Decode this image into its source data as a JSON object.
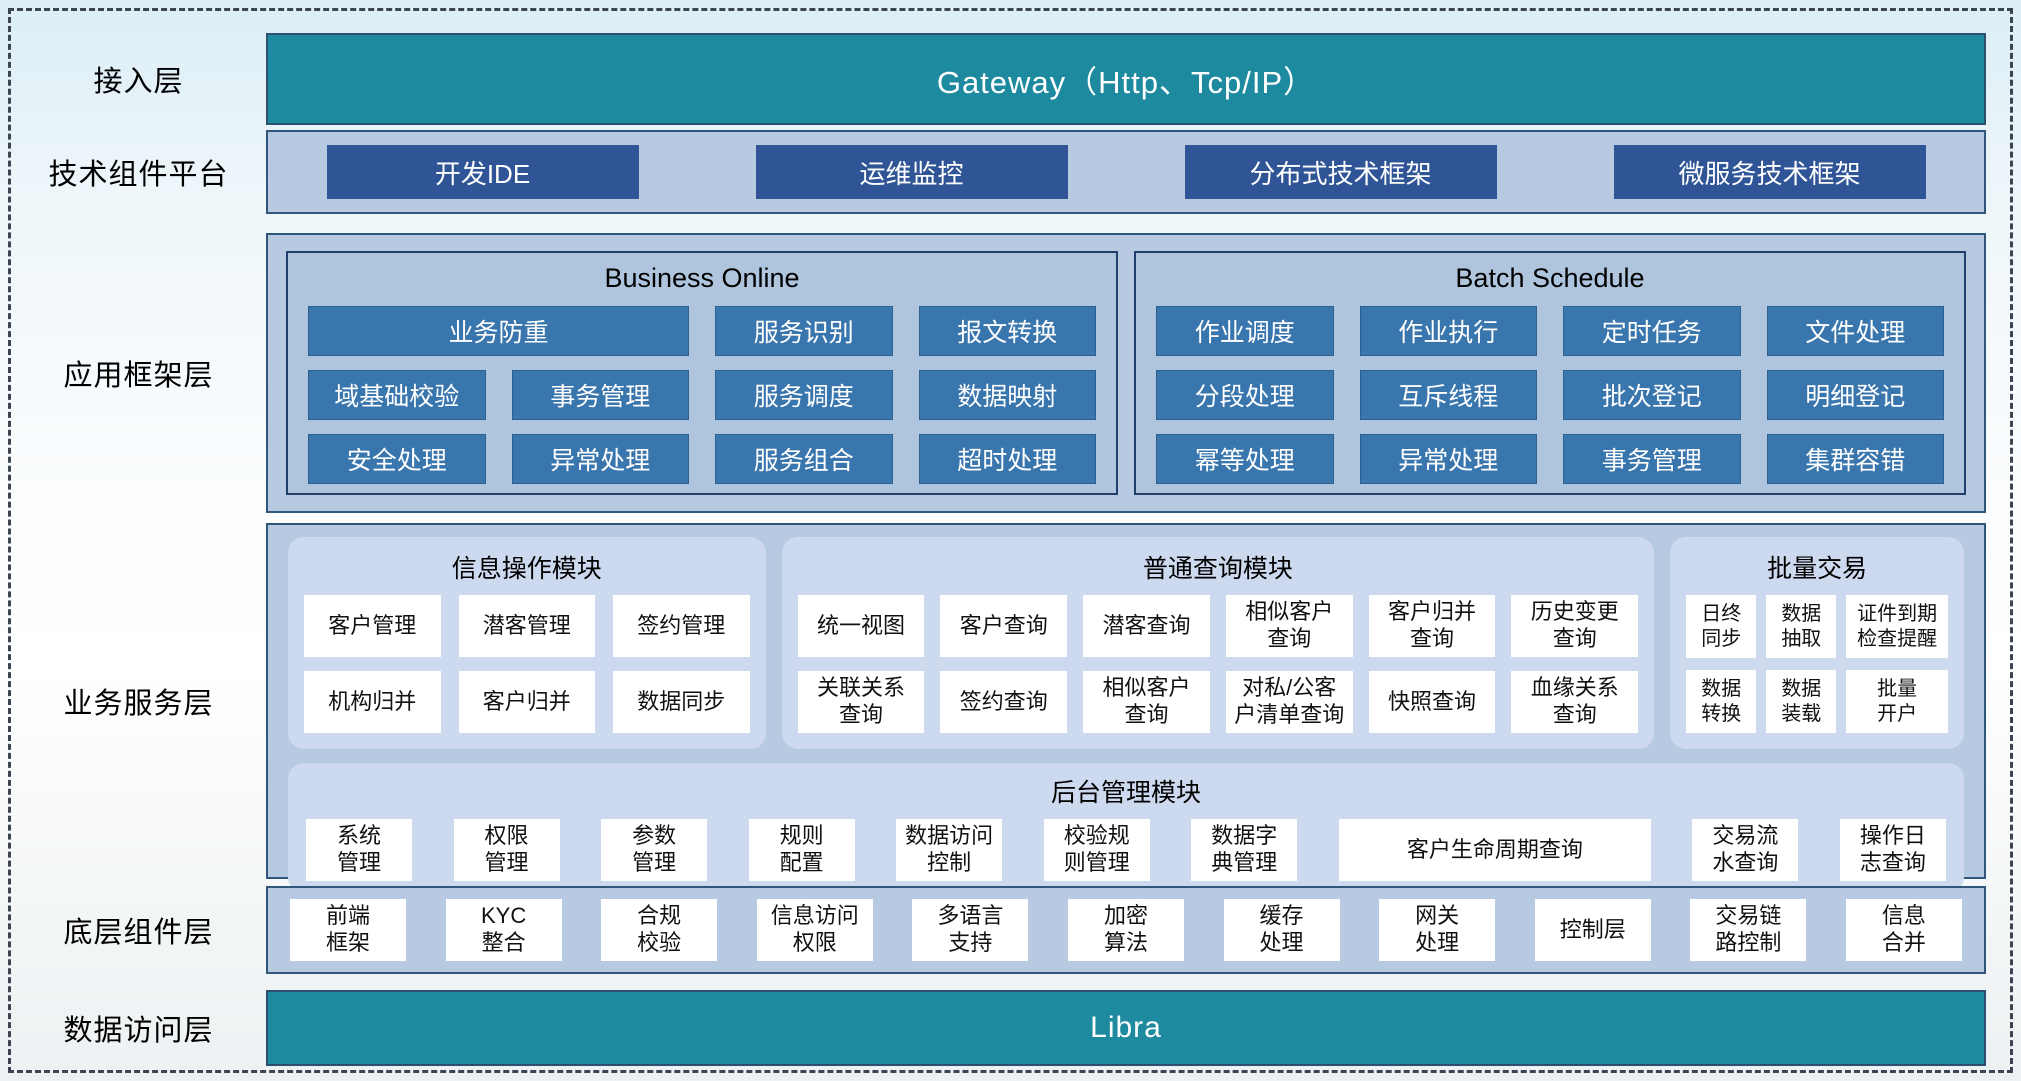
{
  "palette": {
    "teal_bar": "#1d8aa0",
    "navy_button": "#2f5597",
    "steel_button": "#3a76ae",
    "layer_fill": "#b7cae1",
    "module_fill": "#cdd9ee",
    "group_fill": "#afc5de",
    "border_navy": "#31567c",
    "white_button": "#ffffff"
  },
  "layers": {
    "access": {
      "label": "接入层",
      "gateway_text": "Gateway（Http、Tcp/IP）"
    },
    "tech_platform": {
      "label": "技术组件平台",
      "buttons": [
        "开发IDE",
        "运维监控",
        "分布式技术框架",
        "微服务技术框架"
      ]
    },
    "app_framework": {
      "label": "应用框架层",
      "groups": {
        "business_online": {
          "title": "Business Online",
          "items": [
            {
              "t": "业务防重",
              "c": "span2"
            },
            "服务识别",
            "报文转换",
            "域基础校验",
            "事务管理",
            "服务调度",
            "数据映射",
            "安全处理",
            "异常处理",
            "服务组合",
            "超时处理"
          ]
        },
        "batch_schedule": {
          "title": "Batch Schedule",
          "items": [
            "作业调度",
            "作业执行",
            "定时任务",
            "文件处理",
            "分段处理",
            "互斥线程",
            "批次登记",
            "明细登记",
            "幂等处理",
            "异常处理",
            "事务管理",
            "集群容错"
          ]
        }
      }
    },
    "business_service": {
      "label": "业务服务层",
      "modules": {
        "info_ops": {
          "title": "信息操作模块",
          "items": [
            "客户管理",
            "潜客管理",
            "签约管理",
            "机构归并",
            "客户归并",
            "数据同步"
          ]
        },
        "common_query": {
          "title": "普通查询模块",
          "items": [
            "统一视图",
            "客户查询",
            "潜客查询",
            "相似客户\n查询",
            "客户归并\n查询",
            "历史变更\n查询",
            "关联关系\n查询",
            "签约查询",
            "相似客户\n查询",
            "对私/公客\n户清单查询",
            "快照查询",
            "血缘关系\n查询"
          ]
        },
        "batch_trade": {
          "title": "批量交易",
          "items": [
            "日终\n同步",
            "数据\n抽取",
            "证件到期\n检查提醒",
            "数据\n转换",
            "数据\n装载",
            "批量\n开户"
          ]
        },
        "admin": {
          "title": "后台管理模块",
          "items": [
            "系统\n管理",
            "权限\n管理",
            "参数\n管理",
            "规则\n配置",
            "数据访问\n控制",
            "校验规\n则管理",
            "数据字\n典管理",
            {
              "t": "客户生命周期查询",
              "c": "wide"
            },
            "交易流\n水查询",
            "操作日\n志查询"
          ]
        }
      }
    },
    "base_components": {
      "label": "底层组件层",
      "items": [
        "前端\n框架",
        "KYC\n整合",
        "合规\n校验",
        "信息访问\n权限",
        "多语言\n支持",
        "加密\n算法",
        "缓存\n处理",
        "网关\n处理",
        "控制层",
        "交易链\n路控制",
        "信息\n合并"
      ]
    },
    "data_access": {
      "label": "数据访问层",
      "bar_text": "Libra"
    }
  }
}
